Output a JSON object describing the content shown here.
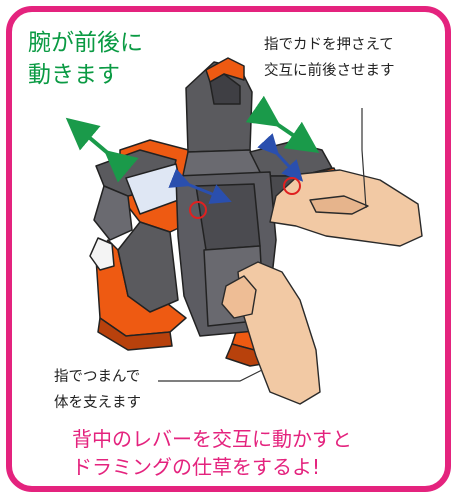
{
  "heading": {
    "line1": "腕が前後に",
    "line2": "動きます"
  },
  "callout_top": {
    "line1": "指でカドを押さえて",
    "line2": "交互に前後させます"
  },
  "callout_bottom": {
    "line1": "指でつまんで",
    "line2": "体を支えます"
  },
  "caption": {
    "line1": "背中のレバーを交互に動かすと",
    "line2": "ドラミングの仕草をするよ!"
  },
  "colors": {
    "frame": "#e4237e",
    "heading": "#0a9a43",
    "caption": "#e4237e",
    "model_orange": "#ee5a12",
    "model_gray": "#5a5a5e",
    "arrow_green": "#1a9a4a",
    "arrow_blue": "#2a4fae",
    "marker_red": "#e02020"
  }
}
